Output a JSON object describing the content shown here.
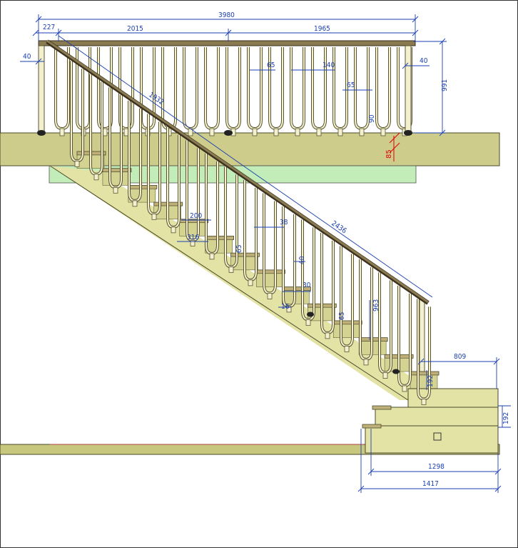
{
  "drawing": {
    "colors": {
      "floor": "#cdcc8a",
      "floor_edge": "#4a4a2a",
      "stringer": "#e4e3a6",
      "stringer_shade": "#d4d392",
      "tread": "#bfb07a",
      "baluster": "#f2f0cf",
      "baluster_edge": "#5a5530",
      "handrail": "#8a7a50",
      "green_overlay": "#aee6a0",
      "dimension": "#1a3fb0",
      "dimension_red": "#e00000",
      "ground": "#c8c77e"
    },
    "dimensions": {
      "total_length": "3980",
      "overhang_left": "227",
      "left_segment": "2015",
      "right_segment": "1965",
      "post_left": "40",
      "post_right": "40",
      "baluster_width": "65",
      "baluster_spacing": "140",
      "baluster_width_2": "65",
      "height_upper": "991",
      "small_90": "90",
      "red_85": "85",
      "diag_upper": "1932",
      "diag_lower": "2436",
      "tread_200": "200",
      "tread_316": "316",
      "d_38": "38",
      "d_65": "65",
      "d_40": "40",
      "d_30": "30",
      "d_16": "16",
      "d_65b": "65",
      "height_lower": "963",
      "landing_809": "809",
      "step_192a": "192",
      "step_192b": "192",
      "base_1298": "1298",
      "base_1417": "1417"
    }
  }
}
